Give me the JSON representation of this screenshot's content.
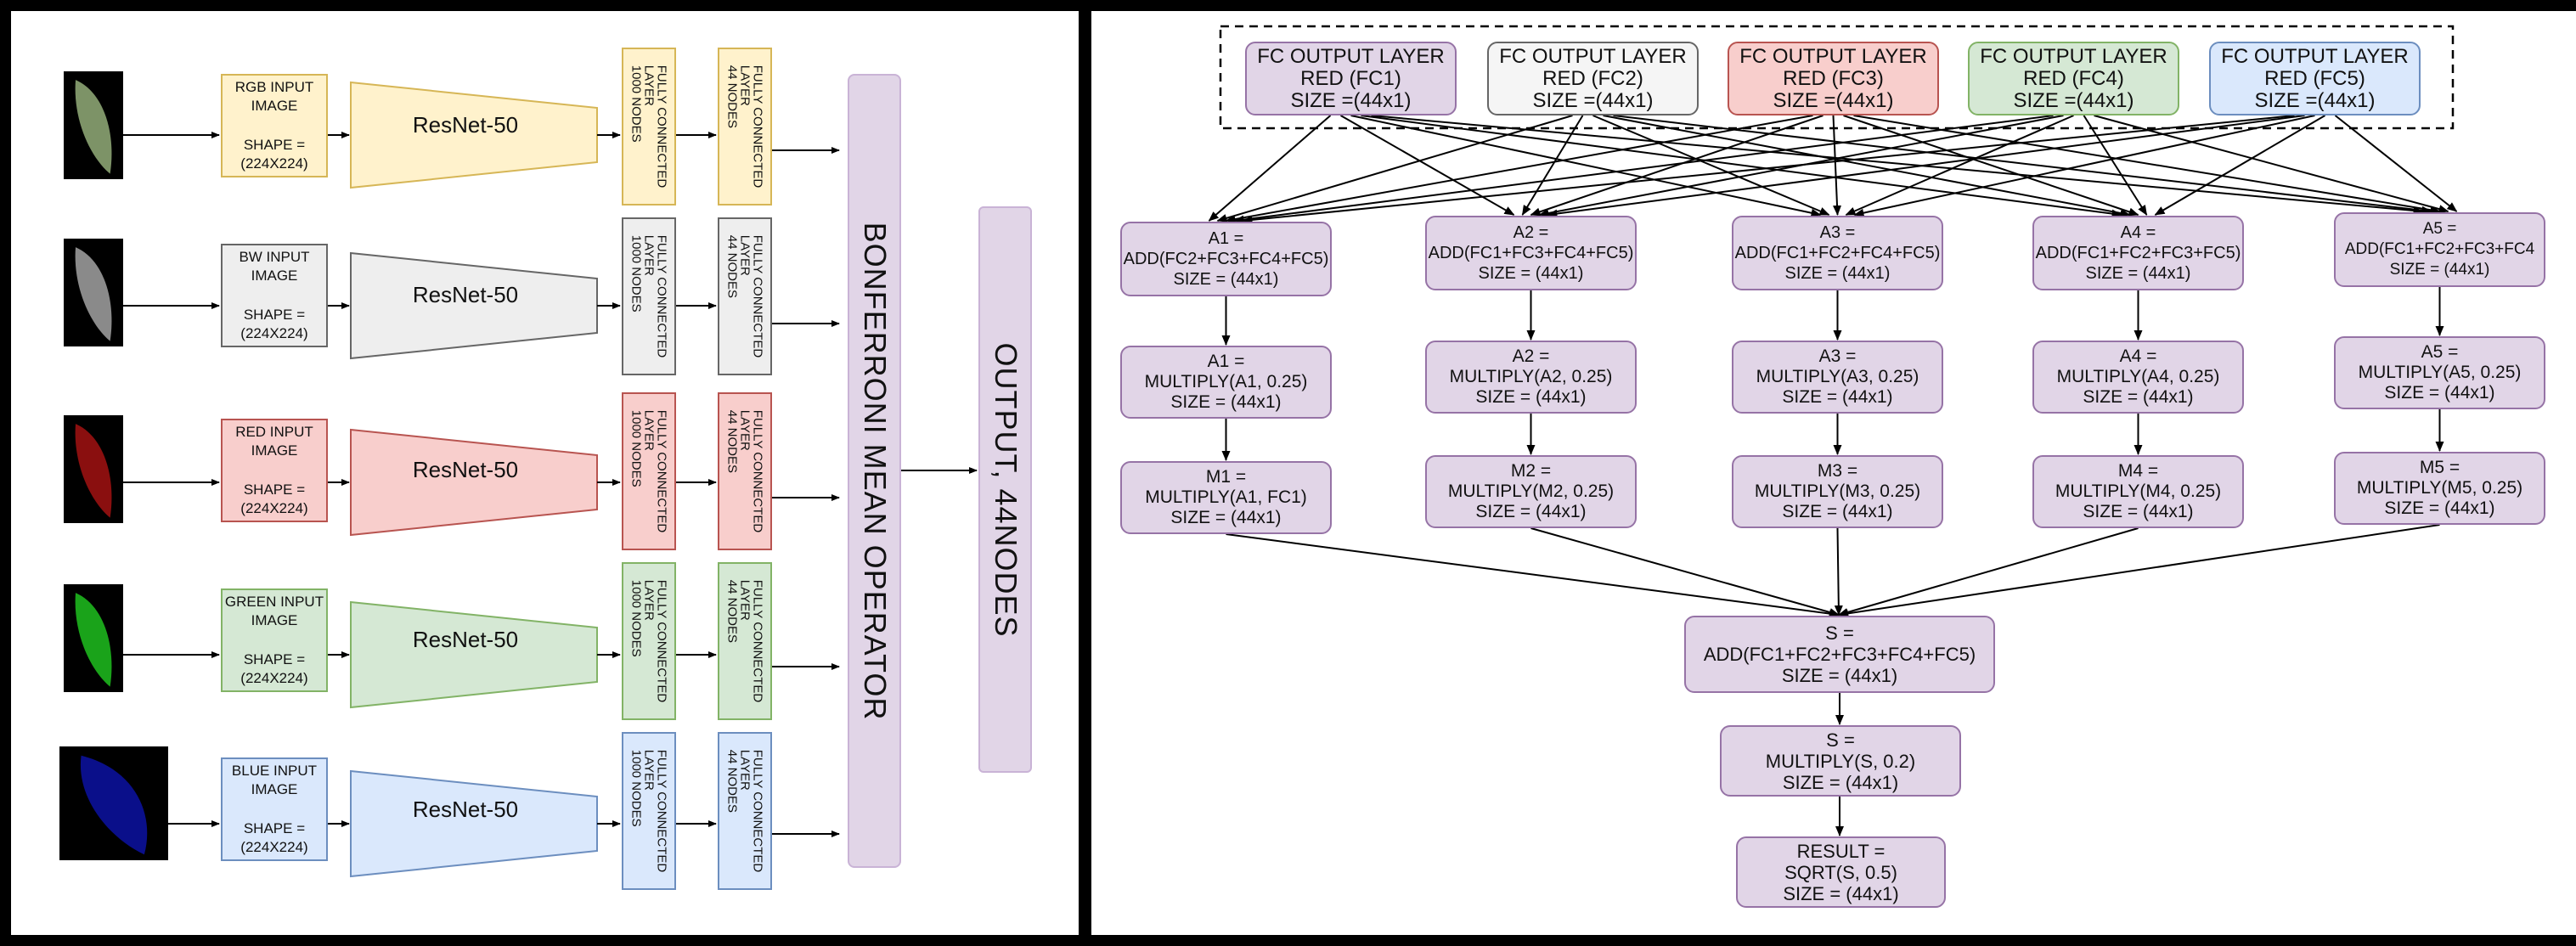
{
  "left": {
    "rows": [
      {
        "input": {
          "l1": "RGB INPUT",
          "l2": "IMAGE",
          "l3": "SHAPE =",
          "l4": "(224X224)"
        },
        "model": "ResNet-50",
        "fc1": {
          "l1": "FULLY CONNECTED",
          "l2": "LAYER",
          "l3": "1000 NODES"
        },
        "fc2": {
          "l1": "FULLY CONNECTED",
          "l2": "LAYER",
          "l3": "44 NODES"
        },
        "fill": "#fff2cc",
        "stroke": "#d6b656",
        "leaf": "#7d9367"
      },
      {
        "input": {
          "l1": "BW INPUT",
          "l2": "IMAGE",
          "l3": "SHAPE =",
          "l4": "(224X224)"
        },
        "model": "ResNet-50",
        "fc1": {
          "l1": "FULLY CONNECTED",
          "l2": "LAYER",
          "l3": "1000 NODES"
        },
        "fc2": {
          "l1": "FULLY CONNECTED",
          "l2": "LAYER",
          "l3": "44 NODES"
        },
        "fill": "#eeeeee",
        "stroke": "#666666",
        "leaf": "#8a8a8a"
      },
      {
        "input": {
          "l1": "RED INPUT",
          "l2": "IMAGE",
          "l3": "SHAPE =",
          "l4": "(224X224)"
        },
        "model": "ResNet-50",
        "fc1": {
          "l1": "FULLY CONNECTED",
          "l2": "LAYER",
          "l3": "1000 NODES"
        },
        "fc2": {
          "l1": "FULLY CONNECTED",
          "l2": "LAYER",
          "l3": "44 NODES"
        },
        "fill": "#f8cecc",
        "stroke": "#b85450",
        "leaf": "#8a0f0f"
      },
      {
        "input": {
          "l1": "GREEN INPUT",
          "l2": "IMAGE",
          "l3": "SHAPE =",
          "l4": "(224X224)"
        },
        "model": "ResNet-50",
        "fc1": {
          "l1": "FULLY CONNECTED",
          "l2": "LAYER",
          "l3": "1000 NODES"
        },
        "fc2": {
          "l1": "FULLY CONNECTED",
          "l2": "LAYER",
          "l3": "44 NODES"
        },
        "fill": "#d5e8d4",
        "stroke": "#82b366",
        "leaf": "#1aa31a"
      },
      {
        "input": {
          "l1": "BLUE INPUT",
          "l2": "IMAGE",
          "l3": "SHAPE =",
          "l4": "(224X224)"
        },
        "model": "ResNet-50",
        "fc1": {
          "l1": "FULLY CONNECTED",
          "l2": "LAYER",
          "l3": "1000 NODES"
        },
        "fc2": {
          "l1": "FULLY CONNECTED",
          "l2": "LAYER",
          "l3": "44 NODES"
        },
        "fill": "#dae8fc",
        "stroke": "#6c8ebf",
        "leaf": "#0a0f8a"
      }
    ],
    "operator": "BONFERRONI MEAN OPERATOR",
    "output": "OUTPUT, 44NODES"
  },
  "right": {
    "fc_outputs": [
      {
        "l1": "FC OUTPUT LAYER",
        "l2": "RED (FC1)",
        "l3": "SIZE =(44x1)",
        "fill": "#e1d5e7",
        "stroke": "#9673a6"
      },
      {
        "l1": "FC OUTPUT LAYER",
        "l2": "RED (FC2)",
        "l3": "SIZE =(44x1)",
        "fill": "#f5f5f5",
        "stroke": "#666666"
      },
      {
        "l1": "FC OUTPUT LAYER",
        "l2": "RED (FC3)",
        "l3": "SIZE =(44x1)",
        "fill": "#f8cecc",
        "stroke": "#b85450"
      },
      {
        "l1": "FC OUTPUT LAYER",
        "l2": "RED (FC4)",
        "l3": "SIZE =(44x1)",
        "fill": "#d5e8d4",
        "stroke": "#82b366"
      },
      {
        "l1": "FC OUTPUT LAYER",
        "l2": "RED (FC5)",
        "l3": "SIZE =(44x1)",
        "fill": "#dae8fc",
        "stroke": "#6c8ebf"
      }
    ],
    "adds": [
      {
        "l1": "A1 =",
        "l2": "ADD(FC2+FC3+FC4+FC5)",
        "l3": "SIZE = (44x1)"
      },
      {
        "l1": "A2 =",
        "l2": "ADD(FC1+FC3+FC4+FC5)",
        "l3": "SIZE = (44x1)"
      },
      {
        "l1": "A3 =",
        "l2": "ADD(FC1+FC2+FC4+FC5)",
        "l3": "SIZE = (44x1)"
      },
      {
        "l1": "A4 =",
        "l2": "ADD(FC1+FC2+FC3+FC5)",
        "l3": "SIZE = (44x1)"
      },
      {
        "l1": "A5 =",
        "l2": "ADD(FC1+FC2+FC3+FC4",
        "l3": "SIZE = (44x1)"
      }
    ],
    "mults": [
      {
        "l1": "A1 =",
        "l2": "MULTIPLY(A1, 0.25)",
        "l3": "SIZE = (44x1)"
      },
      {
        "l1": "A2 =",
        "l2": "MULTIPLY(A2, 0.25)",
        "l3": "SIZE = (44x1)"
      },
      {
        "l1": "A3 =",
        "l2": "MULTIPLY(A3, 0.25)",
        "l3": "SIZE = (44x1)"
      },
      {
        "l1": "A4 =",
        "l2": "MULTIPLY(A4, 0.25)",
        "l3": "SIZE = (44x1)"
      },
      {
        "l1": "A5 =",
        "l2": "MULTIPLY(A5, 0.25)",
        "l3": "SIZE = (44x1)"
      }
    ],
    "ms": [
      {
        "l1": "M1 =",
        "l2": "MULTIPLY(A1, FC1)",
        "l3": "SIZE = (44x1)"
      },
      {
        "l1": "M2 =",
        "l2": "MULTIPLY(M2, 0.25)",
        "l3": "SIZE = (44x1)"
      },
      {
        "l1": "M3 =",
        "l2": "MULTIPLY(M3, 0.25)",
        "l3": "SIZE = (44x1)"
      },
      {
        "l1": "M4 =",
        "l2": "MULTIPLY(M4, 0.25)",
        "l3": "SIZE = (44x1)"
      },
      {
        "l1": "M5 =",
        "l2": "MULTIPLY(M5, 0.25)",
        "l3": "SIZE = (44x1)"
      }
    ],
    "sum": {
      "l1": "S =",
      "l2": "ADD(FC1+FC2+FC3+FC4+FC5)",
      "l3": "SIZE = (44x1)"
    },
    "scale": {
      "l1": "S =",
      "l2": "MULTIPLY(S, 0.2)",
      "l3": "SIZE = (44x1)"
    },
    "result": {
      "l1": "RESULT =",
      "l2": "SQRT(S, 0.5)",
      "l3": "SIZE = (44x1)"
    }
  }
}
